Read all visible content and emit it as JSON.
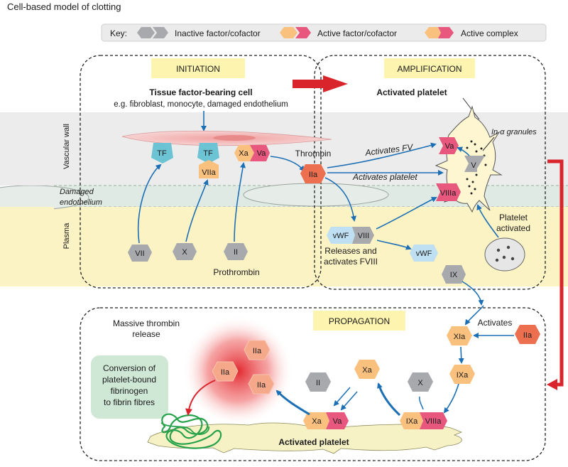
{
  "title": "Cell-based model of clotting",
  "key": {
    "label": "Key:",
    "inactive": "Inactive factor/cofactor",
    "active": "Active factor/cofactor",
    "complex": "Active complex"
  },
  "layers": {
    "vascular_wall": "Vascular wall",
    "damaged_1": "Damaged",
    "damaged_2": "endothelium",
    "plasma": "Plasma"
  },
  "phases": {
    "initiation": "INITIATION",
    "amplification": "AMPLIFICATION",
    "propagation": "PROPAGATION"
  },
  "initiation": {
    "cell_title": "Tissue factor-bearing cell",
    "cell_sub": "e.g. fibroblast, monocyte, damaged endothelium",
    "tf": "TF",
    "tf2": "TF",
    "viia": "VIIa",
    "xa": "Xa",
    "va": "Va",
    "vii": "VII",
    "x": "X",
    "ii": "II",
    "prothrombin": "Prothrombin",
    "thrombin": "Thrombin",
    "iia": "IIa"
  },
  "amplification": {
    "platelet_title": "Activated platelet",
    "granules_pre": "In ",
    "granules_alpha": "α",
    "granules_post": " granules",
    "activates_fv": "Activates FV",
    "activates_platelet": "Activates platelet",
    "va": "Va",
    "v": "V",
    "viiia": "VIIIa",
    "vwf": "vWF",
    "viii": "VIII",
    "vwf2": "vWF",
    "releases_1": "Releases and",
    "releases_2": "activates FVIII",
    "platelet_activated_1": "Platelet",
    "platelet_activated_2": "activated",
    "ix": "IX"
  },
  "propagation": {
    "massive_1": "Massive thrombin",
    "massive_2": "release",
    "iia_1": "IIa",
    "iia_2": "IIa",
    "iia_3": "IIa",
    "conversion_1": "Conversion of",
    "conversion_2": "platelet-bound",
    "conversion_3": "fibrinogen",
    "conversion_4": "to fibrin fibres",
    "activates": "Activates",
    "xia": "XIa",
    "iia_r": "IIa",
    "ixa": "IXa",
    "ii": "II",
    "xa": "Xa",
    "x": "X",
    "pxa": "Xa",
    "pva": "Va",
    "pixa": "IXa",
    "pviiia": "VIIIa",
    "platelet_title": "Activated platelet"
  },
  "colors": {
    "inactive": "#a7a9ac",
    "active_orange": "#f9c07e",
    "active_pink": "#e8577e",
    "thrombin": "#ec7050",
    "tf": "#6cc3d4",
    "vwf": "#bfe0f3",
    "arrow_blue": "#1c6fb5",
    "arrow_red": "#d9242b",
    "wall": "#ececec",
    "endo": "#dfeae4",
    "plasma": "#fcf3c5",
    "phase_label": "#fdf4b0",
    "fibrin": "#27a24b",
    "conversion_box": "#cfe8d6"
  }
}
